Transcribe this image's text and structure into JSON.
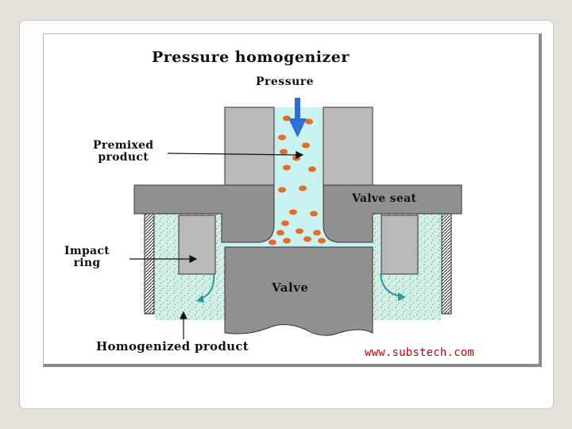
{
  "diagram": {
    "title": "Pressure homogenizer",
    "labels": {
      "pressure": "Pressure",
      "premixed_line1": "Premixed",
      "premixed_line2": "product",
      "valve_seat": "Valve seat",
      "impact_line1": "Impact",
      "impact_line2": "ring",
      "valve": "Valve",
      "homogenized": "Homogenized product"
    },
    "website": "www.substech.com"
  },
  "colors": {
    "product_fill": "#c9f3f3",
    "droplet": "#e66b1e",
    "metal_light": "#b9b9b9",
    "metal_dark": "#909090",
    "flow_arrow": "#2a9a9a",
    "pressure_arrow": "#2c6fd6",
    "website_text": "#cc0000"
  }
}
